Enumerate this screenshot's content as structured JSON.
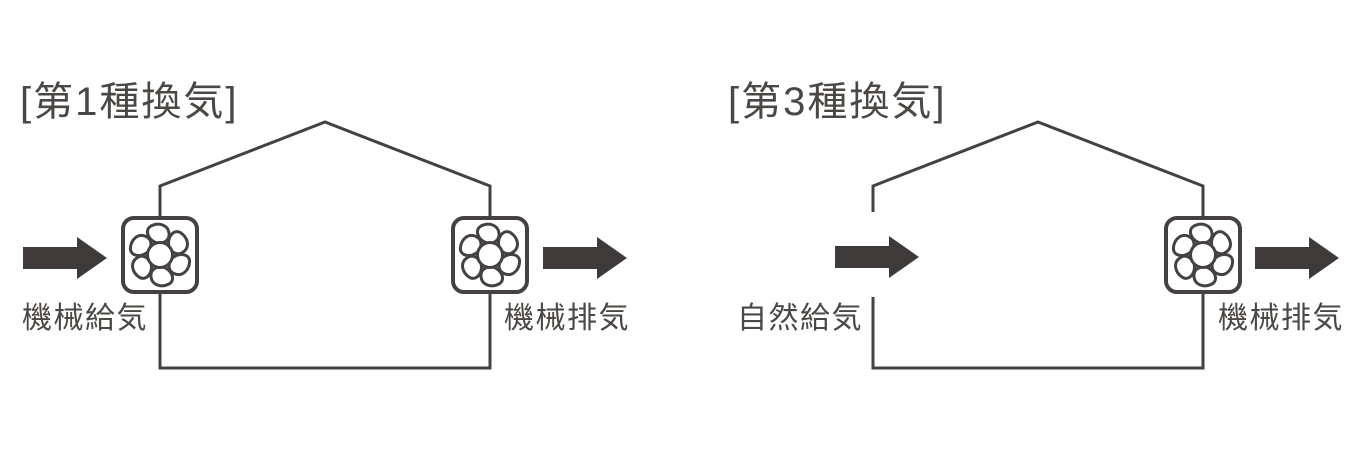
{
  "colors": {
    "line": "#454140",
    "arrow": "#3e3a39",
    "text": "#4b4744"
  },
  "diagrams": [
    {
      "title": "[第1種換気]",
      "supply_label": "機械給気",
      "exhaust_label": "機械排気",
      "supply_icon": "fan-icon",
      "exhaust_icon": "fan-icon",
      "airflow_icon": "right-block-arrow"
    },
    {
      "title": "[第3種換気]",
      "supply_label": "自然給気",
      "exhaust_label": "機械排気",
      "supply_icon": "wall-opening",
      "exhaust_icon": "fan-icon",
      "airflow_icon": "right-block-arrow"
    }
  ]
}
